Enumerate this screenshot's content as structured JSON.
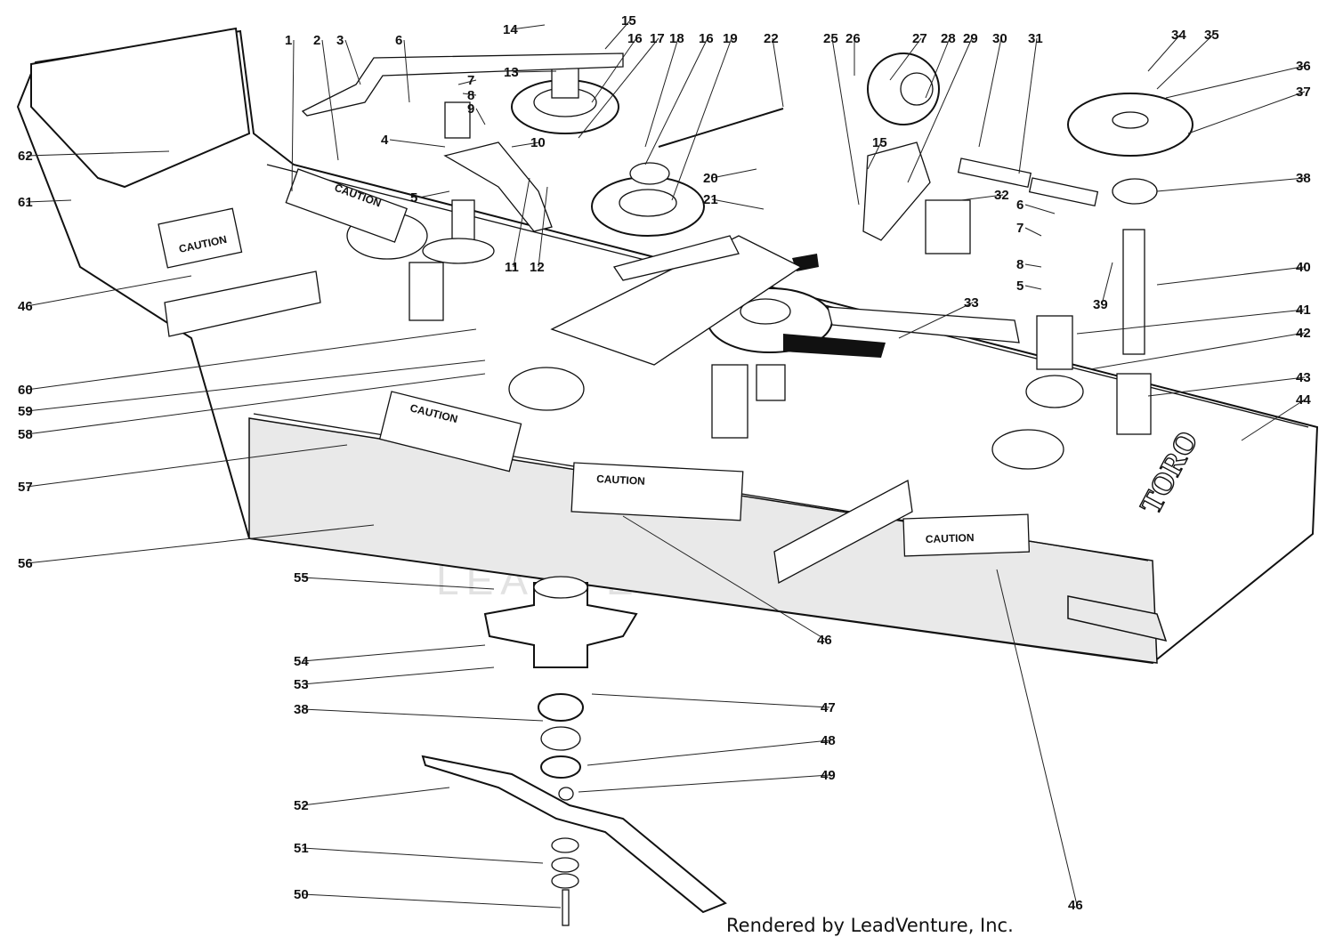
{
  "diagram": {
    "brand_mark": "TORO",
    "decals": [
      "CAUTION",
      "CAUTION",
      "CAUTION",
      "CAUTION",
      "CAUTION"
    ],
    "watermark": "LEADVENTURE",
    "credit": "Rendered by LeadVenture, Inc.",
    "callouts": [
      "1",
      "2",
      "3",
      "6",
      "14",
      "15",
      "16",
      "17",
      "18",
      "16",
      "19",
      "22",
      "25",
      "26",
      "27",
      "28",
      "29",
      "30",
      "31",
      "34",
      "35",
      "36",
      "37",
      "38",
      "62",
      "61",
      "4",
      "7",
      "8",
      "9",
      "13",
      "10",
      "5",
      "11",
      "12",
      "20",
      "21",
      "15",
      "32",
      "6",
      "7",
      "8",
      "5",
      "40",
      "39",
      "41",
      "33",
      "42",
      "43",
      "44",
      "46",
      "60",
      "59",
      "58",
      "57",
      "56",
      "55",
      "54",
      "53",
      "38",
      "47",
      "48",
      "49",
      "52",
      "51",
      "50",
      "46",
      "46"
    ]
  }
}
